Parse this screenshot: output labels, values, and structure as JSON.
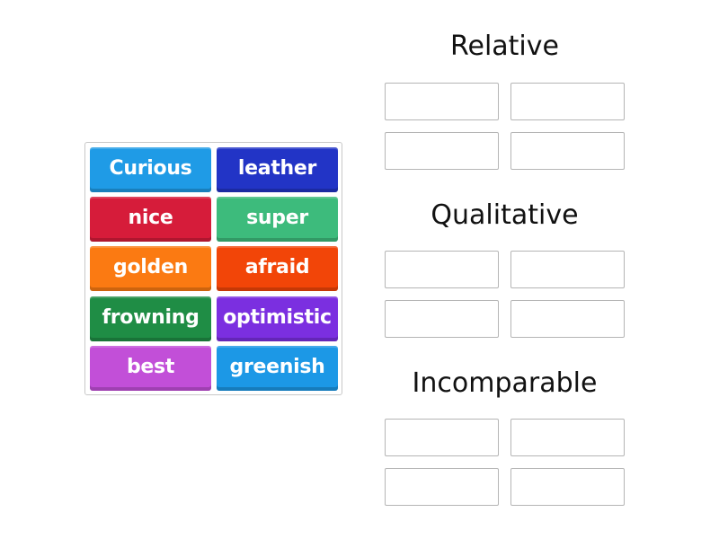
{
  "word_bank": {
    "tiles": [
      {
        "label": "Curious",
        "color": "#1f9be6"
      },
      {
        "label": "leather",
        "color": "#2234c6"
      },
      {
        "label": "nice",
        "color": "#d61c3a"
      },
      {
        "label": "super",
        "color": "#3dbb7c"
      },
      {
        "label": "golden",
        "color": "#fb7a12"
      },
      {
        "label": "afraid",
        "color": "#f24508"
      },
      {
        "label": "frowning",
        "color": "#1f8d45"
      },
      {
        "label": "optimistic",
        "color": "#7b2fe0"
      },
      {
        "label": "best",
        "color": "#c24fd8"
      },
      {
        "label": "greenish",
        "color": "#1c98e6"
      }
    ]
  },
  "groups": [
    {
      "title": "Relative",
      "slots": 4
    },
    {
      "title": "Qualitative",
      "slots": 4
    },
    {
      "title": "Incomparable",
      "slots": 4
    }
  ]
}
